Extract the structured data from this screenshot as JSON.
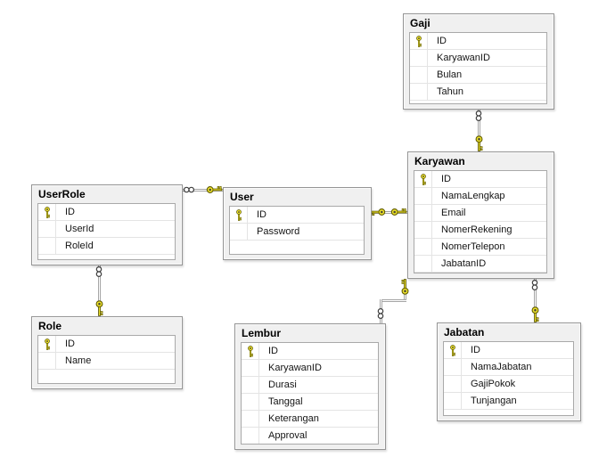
{
  "diagram": {
    "type": "database-er-diagram",
    "tables": {
      "gaji": {
        "title": "Gaji",
        "columns": [
          {
            "name": "ID",
            "primary_key": true
          },
          {
            "name": "KaryawanID",
            "primary_key": false
          },
          {
            "name": "Bulan",
            "primary_key": false
          },
          {
            "name": "Tahun",
            "primary_key": false
          }
        ]
      },
      "karyawan": {
        "title": "Karyawan",
        "columns": [
          {
            "name": "ID",
            "primary_key": true
          },
          {
            "name": "NamaLengkap",
            "primary_key": false
          },
          {
            "name": "Email",
            "primary_key": false
          },
          {
            "name": "NomerRekening",
            "primary_key": false
          },
          {
            "name": "NomerTelepon",
            "primary_key": false
          },
          {
            "name": "JabatanID",
            "primary_key": false
          }
        ]
      },
      "userrole": {
        "title": "UserRole",
        "columns": [
          {
            "name": "ID",
            "primary_key": true
          },
          {
            "name": "UserId",
            "primary_key": false
          },
          {
            "name": "RoleId",
            "primary_key": false
          }
        ]
      },
      "user": {
        "title": "User",
        "columns": [
          {
            "name": "ID",
            "primary_key": true
          },
          {
            "name": "Password",
            "primary_key": false
          }
        ]
      },
      "role": {
        "title": "Role",
        "columns": [
          {
            "name": "ID",
            "primary_key": true
          },
          {
            "name": "Name",
            "primary_key": false
          }
        ]
      },
      "lembur": {
        "title": "Lembur",
        "columns": [
          {
            "name": "ID",
            "primary_key": true
          },
          {
            "name": "KaryawanID",
            "primary_key": false
          },
          {
            "name": "Durasi",
            "primary_key": false
          },
          {
            "name": "Tanggal",
            "primary_key": false
          },
          {
            "name": "Keterangan",
            "primary_key": false
          },
          {
            "name": "Approval",
            "primary_key": false
          }
        ]
      },
      "jabatan": {
        "title": "Jabatan",
        "columns": [
          {
            "name": "ID",
            "primary_key": true
          },
          {
            "name": "NamaJabatan",
            "primary_key": false
          },
          {
            "name": "GajiPokok",
            "primary_key": false
          },
          {
            "name": "Tunjangan",
            "primary_key": false
          }
        ]
      }
    },
    "relationships": [
      {
        "from": "Gaji",
        "to": "Karyawan",
        "from_end": "many",
        "to_end": "one"
      },
      {
        "from": "UserRole",
        "to": "User",
        "from_end": "many",
        "to_end": "one"
      },
      {
        "from": "User",
        "to": "Karyawan",
        "from_end": "one",
        "to_end": "one"
      },
      {
        "from": "UserRole",
        "to": "Role",
        "from_end": "many",
        "to_end": "one"
      },
      {
        "from": "Lembur",
        "to": "Karyawan",
        "from_end": "many",
        "to_end": "one"
      },
      {
        "from": "Karyawan",
        "to": "Jabatan",
        "from_end": "many",
        "to_end": "one"
      }
    ],
    "icons": {
      "primary_key": "key-icon",
      "one_end": "key-icon",
      "many_end": "infinity-icon"
    },
    "colors": {
      "canvas_bg": "#ffffff",
      "table_bg": "#f0f0f0",
      "table_border": "#959595",
      "grid_border": "#a9a9a9",
      "row_separator": "#e4e4e4",
      "row_text": "#141414",
      "title_text": "#000000",
      "key_gold": "#efe32a",
      "key_outline": "#5f5a00",
      "connector_gray": "#a5a5a5"
    }
  }
}
